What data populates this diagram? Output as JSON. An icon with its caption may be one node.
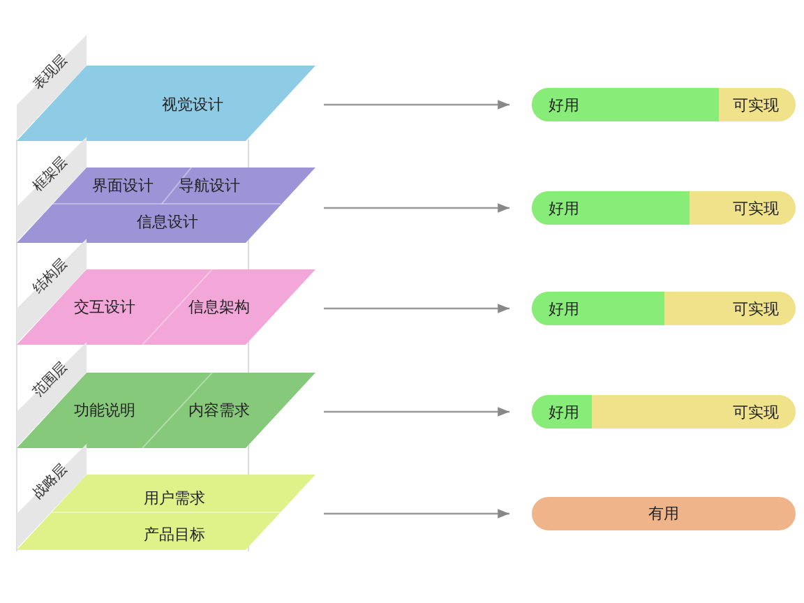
{
  "diagram": {
    "nodes": [
      {
        "text": [
          "视觉设计"
        ],
        "beside": [
          "表现层"
        ]
      },
      {
        "text": [
          "好用",
          "可实现"
        ]
      },
      {
        "text": [
          "界面设计",
          "导航设计",
          "信息设计"
        ],
        "beside": [
          "框架层"
        ]
      },
      {
        "text": [
          "好用",
          "可实现"
        ]
      },
      {
        "text": [
          "交互设计",
          "信息架构"
        ],
        "beside": [
          "结构层"
        ]
      },
      {
        "text": [
          "好用",
          "可实现"
        ]
      },
      {
        "text": [
          "功能说明",
          "内容需求"
        ],
        "beside": [
          "范围层"
        ]
      },
      {
        "text": [
          "好用",
          "可实现"
        ]
      },
      {
        "text": [
          "用户需求",
          "产品目标"
        ],
        "beside": [
          "战略层"
        ]
      },
      {
        "text": [
          "有用"
        ]
      }
    ],
    "edges": [
      {
        "from": 0,
        "to": 1,
        "arrow": "to"
      },
      {
        "from": 2,
        "to": 3,
        "arrow": "to"
      },
      {
        "from": 4,
        "to": 5,
        "arrow": "to"
      },
      {
        "from": 6,
        "to": 7,
        "arrow": "to"
      },
      {
        "from": 8,
        "to": 9,
        "arrow": "to"
      }
    ]
  }
}
